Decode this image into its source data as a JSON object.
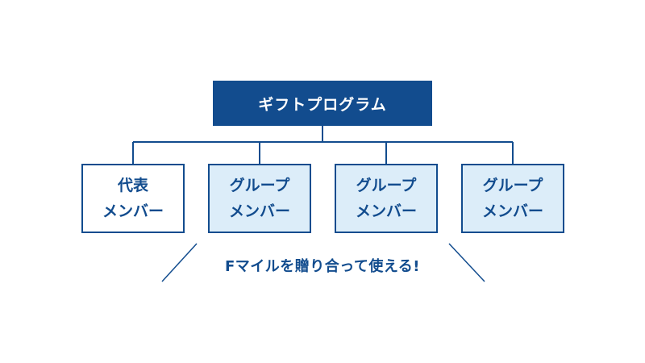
{
  "root": {
    "label": "ギフトプログラム"
  },
  "members": [
    {
      "line1": "代表",
      "line2": "メンバー"
    },
    {
      "line1": "グループ",
      "line2": "メンバー"
    },
    {
      "line1": "グループ",
      "line2": "メンバー"
    },
    {
      "line1": "グループ",
      "line2": "メンバー"
    }
  ],
  "caption": "Fマイルを贈り合って使える!",
  "colors": {
    "primary": "#124c8e",
    "tinted_fill": "#dcedf9",
    "background": "#ffffff"
  }
}
